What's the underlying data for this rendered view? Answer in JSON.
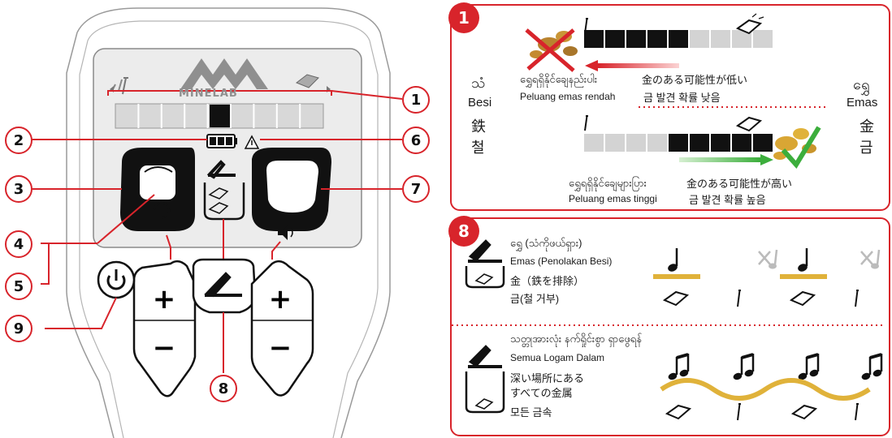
{
  "device": {
    "brand": "MINELAB",
    "callouts": [
      "1",
      "2",
      "3",
      "4",
      "5",
      "6",
      "7",
      "8",
      "9"
    ]
  },
  "panel1": {
    "badge": "1",
    "left_label": {
      "my": "သံ",
      "id": "Besi",
      "ja": "鉄",
      "ko": "철"
    },
    "right_label": {
      "my": "ရွှေ",
      "id": "Emas",
      "ja": "金",
      "ko": "금"
    },
    "low": {
      "my": "ရွှေရရှိနိုင်ချေနည်းပါး",
      "id": "Peluang emas rendah",
      "ja": "金のある可能性が低い",
      "ko": "금 발견 확률 낮음"
    },
    "high": {
      "my": "ရွှေရရှိနိုင်ချေများပြား",
      "id": "Peluang emas tinggi",
      "ja": "金のある可能性が高い",
      "ko": "금 발견 확률 높음"
    }
  },
  "panel8": {
    "badge": "8",
    "gold_mode": {
      "my": "ရွှေ (သံကိုဖယ်ရှား)",
      "id": "Emas (Penolakan Besi)",
      "ja": "金（鉄を排除）",
      "ko": "금(철 거부)"
    },
    "all_metal": {
      "my": "သတ္တုအားလုံး နက်ရှိုင်းစွာ ရှာဖွေရန်",
      "id": "Semua Logam Dalam",
      "ja1": "深い場所にある",
      "ja2": "すべての金属",
      "ko": "모든 금속"
    }
  },
  "colors": {
    "accent": "#d8242b",
    "gold": "#e0b23a",
    "green": "#3cae3c"
  }
}
